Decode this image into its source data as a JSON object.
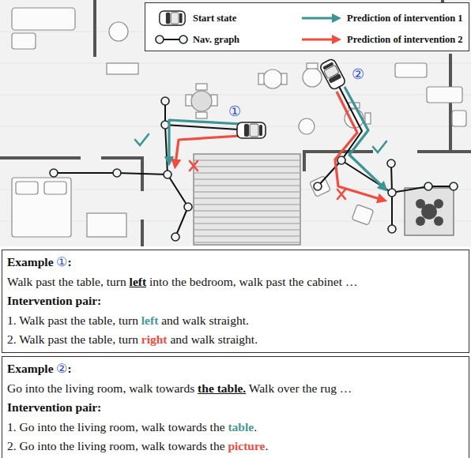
{
  "diagram": {
    "nodes": [
      {
        "text": [
          "Example ①:",
          "Walk past the table, turn left into the bedroom, walk past the cabinet …",
          "Intervention pair:",
          "1. Walk past the table, turn left and walk straight.",
          "2. Walk past the table, turn right and walk straight."
        ]
      },
      {
        "text": [
          "Example ②:",
          "Go into the living room, walk towards the table. Walk over the rug …",
          "Intervention pair:",
          "1. Go into the living room, walk towards the table.",
          "2. Go into the living room, walk towards the picture."
        ]
      }
    ],
    "labels": [
      "①",
      "②"
    ],
    "legend": [
      {
        "text": "Start state"
      },
      {
        "text": "Prediction of intervention 1"
      },
      {
        "text": "Nav. graph"
      },
      {
        "text": "Prediction of intervention 2"
      }
    ]
  }
}
